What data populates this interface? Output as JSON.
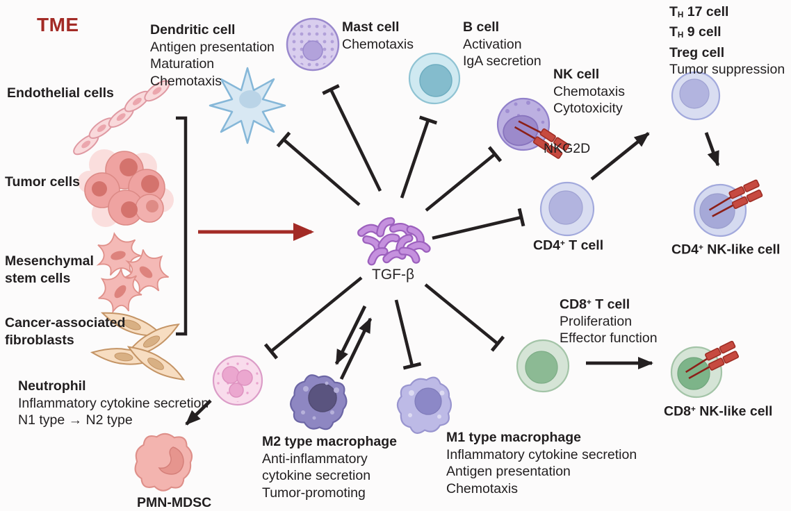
{
  "title": {
    "text": "TME"
  },
  "center": {
    "label": "TGF-β"
  },
  "left_column": {
    "endothelial": "Endothelial cells",
    "tumor": "Tumor cells",
    "msc_line1": "Mesenchymal",
    "msc_line2": "stem cells",
    "caf_line1": "Cancer-associated",
    "caf_line2": "fibroblasts"
  },
  "cells": {
    "dendritic": {
      "title": "Dendritic cell",
      "line1": "Antigen presentation",
      "line2": "Maturation",
      "line3": "Chemotaxis"
    },
    "mast": {
      "title": "Mast cell",
      "line1": "Chemotaxis"
    },
    "b_cell": {
      "title": "B cell",
      "line1": "Activation",
      "line2": "IgA secretion"
    },
    "nk": {
      "title": "NK cell",
      "line1": "Chemotaxis",
      "line2": "Cytotoxicity",
      "receptor": "NKG2D"
    },
    "th": {
      "l1_pre": "T",
      "l1_sub": "H",
      "l1_post": " 17 cell",
      "l2_pre": "T",
      "l2_sub": "H",
      "l2_post": " 9 cell",
      "l3": "Treg cell",
      "l4": "Tumor suppression"
    },
    "cd4_t": {
      "pre": "CD4",
      "sup": "+",
      "post": " T cell"
    },
    "cd4_nk": {
      "pre": "CD4",
      "sup": "+",
      "post": " NK-like cell"
    },
    "cd8_t": {
      "pre": "CD8",
      "sup": "+",
      "post": " T cell",
      "line1": "Proliferation",
      "line2": "Effector function"
    },
    "cd8_nk": {
      "pre": "CD8",
      "sup": "+",
      "post": " NK-like cell"
    },
    "neutrophil": {
      "title": "Neutrophil",
      "line1": "Inflammatory cytokine secretion",
      "line2": "N1 type → N2 type"
    },
    "pmn": {
      "title": "PMN-MDSC"
    },
    "m2": {
      "title": "M2 type macrophage",
      "line1": "Anti-inflammatory",
      "line2": "cytokine secretion",
      "line3": "Tumor-promoting"
    },
    "m1": {
      "title": "M1 type macrophage",
      "line1": "Inflammatory cytokine secretion",
      "line2": "Antigen presentation",
      "line3": "Chemotaxis"
    }
  },
  "colors": {
    "accent_red": "#a32b26",
    "ink": "#242021",
    "tgfb_purple": "#c591de"
  }
}
